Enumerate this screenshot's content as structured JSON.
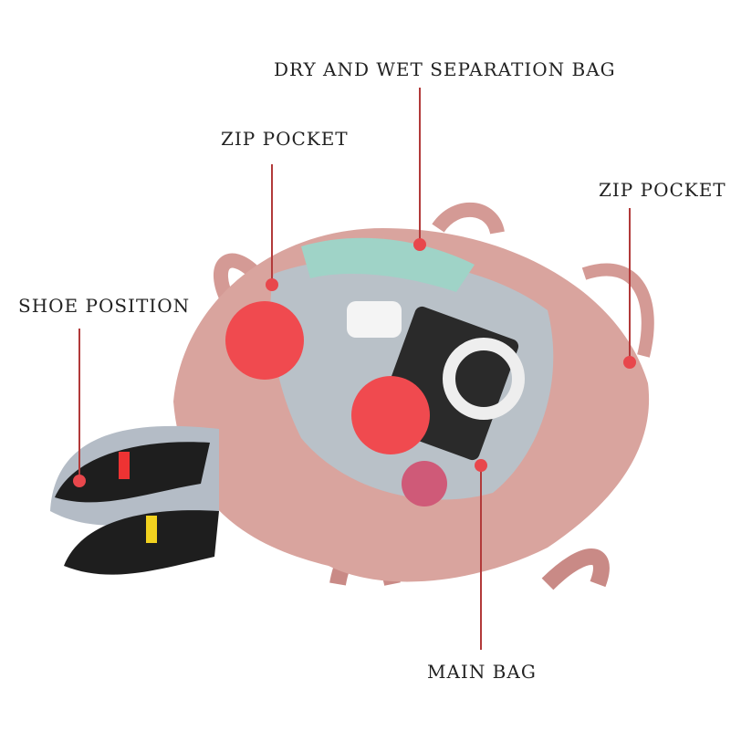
{
  "labels": {
    "dry_wet": "DRY AND WET SEPARATION BAG",
    "zip_pocket_left": "ZIP POCKET",
    "zip_pocket_right": "ZIP POCKET",
    "shoe_position": "SHOE POSITION",
    "main_bag": "MAIN BAG"
  },
  "colors": {
    "leader_line": "#b23a3a",
    "leader_dot": "#e8474c",
    "highlight_circle": "#f04a4f",
    "bag_pink": "#d9a49e",
    "lining_grey": "#b9c1c8"
  }
}
